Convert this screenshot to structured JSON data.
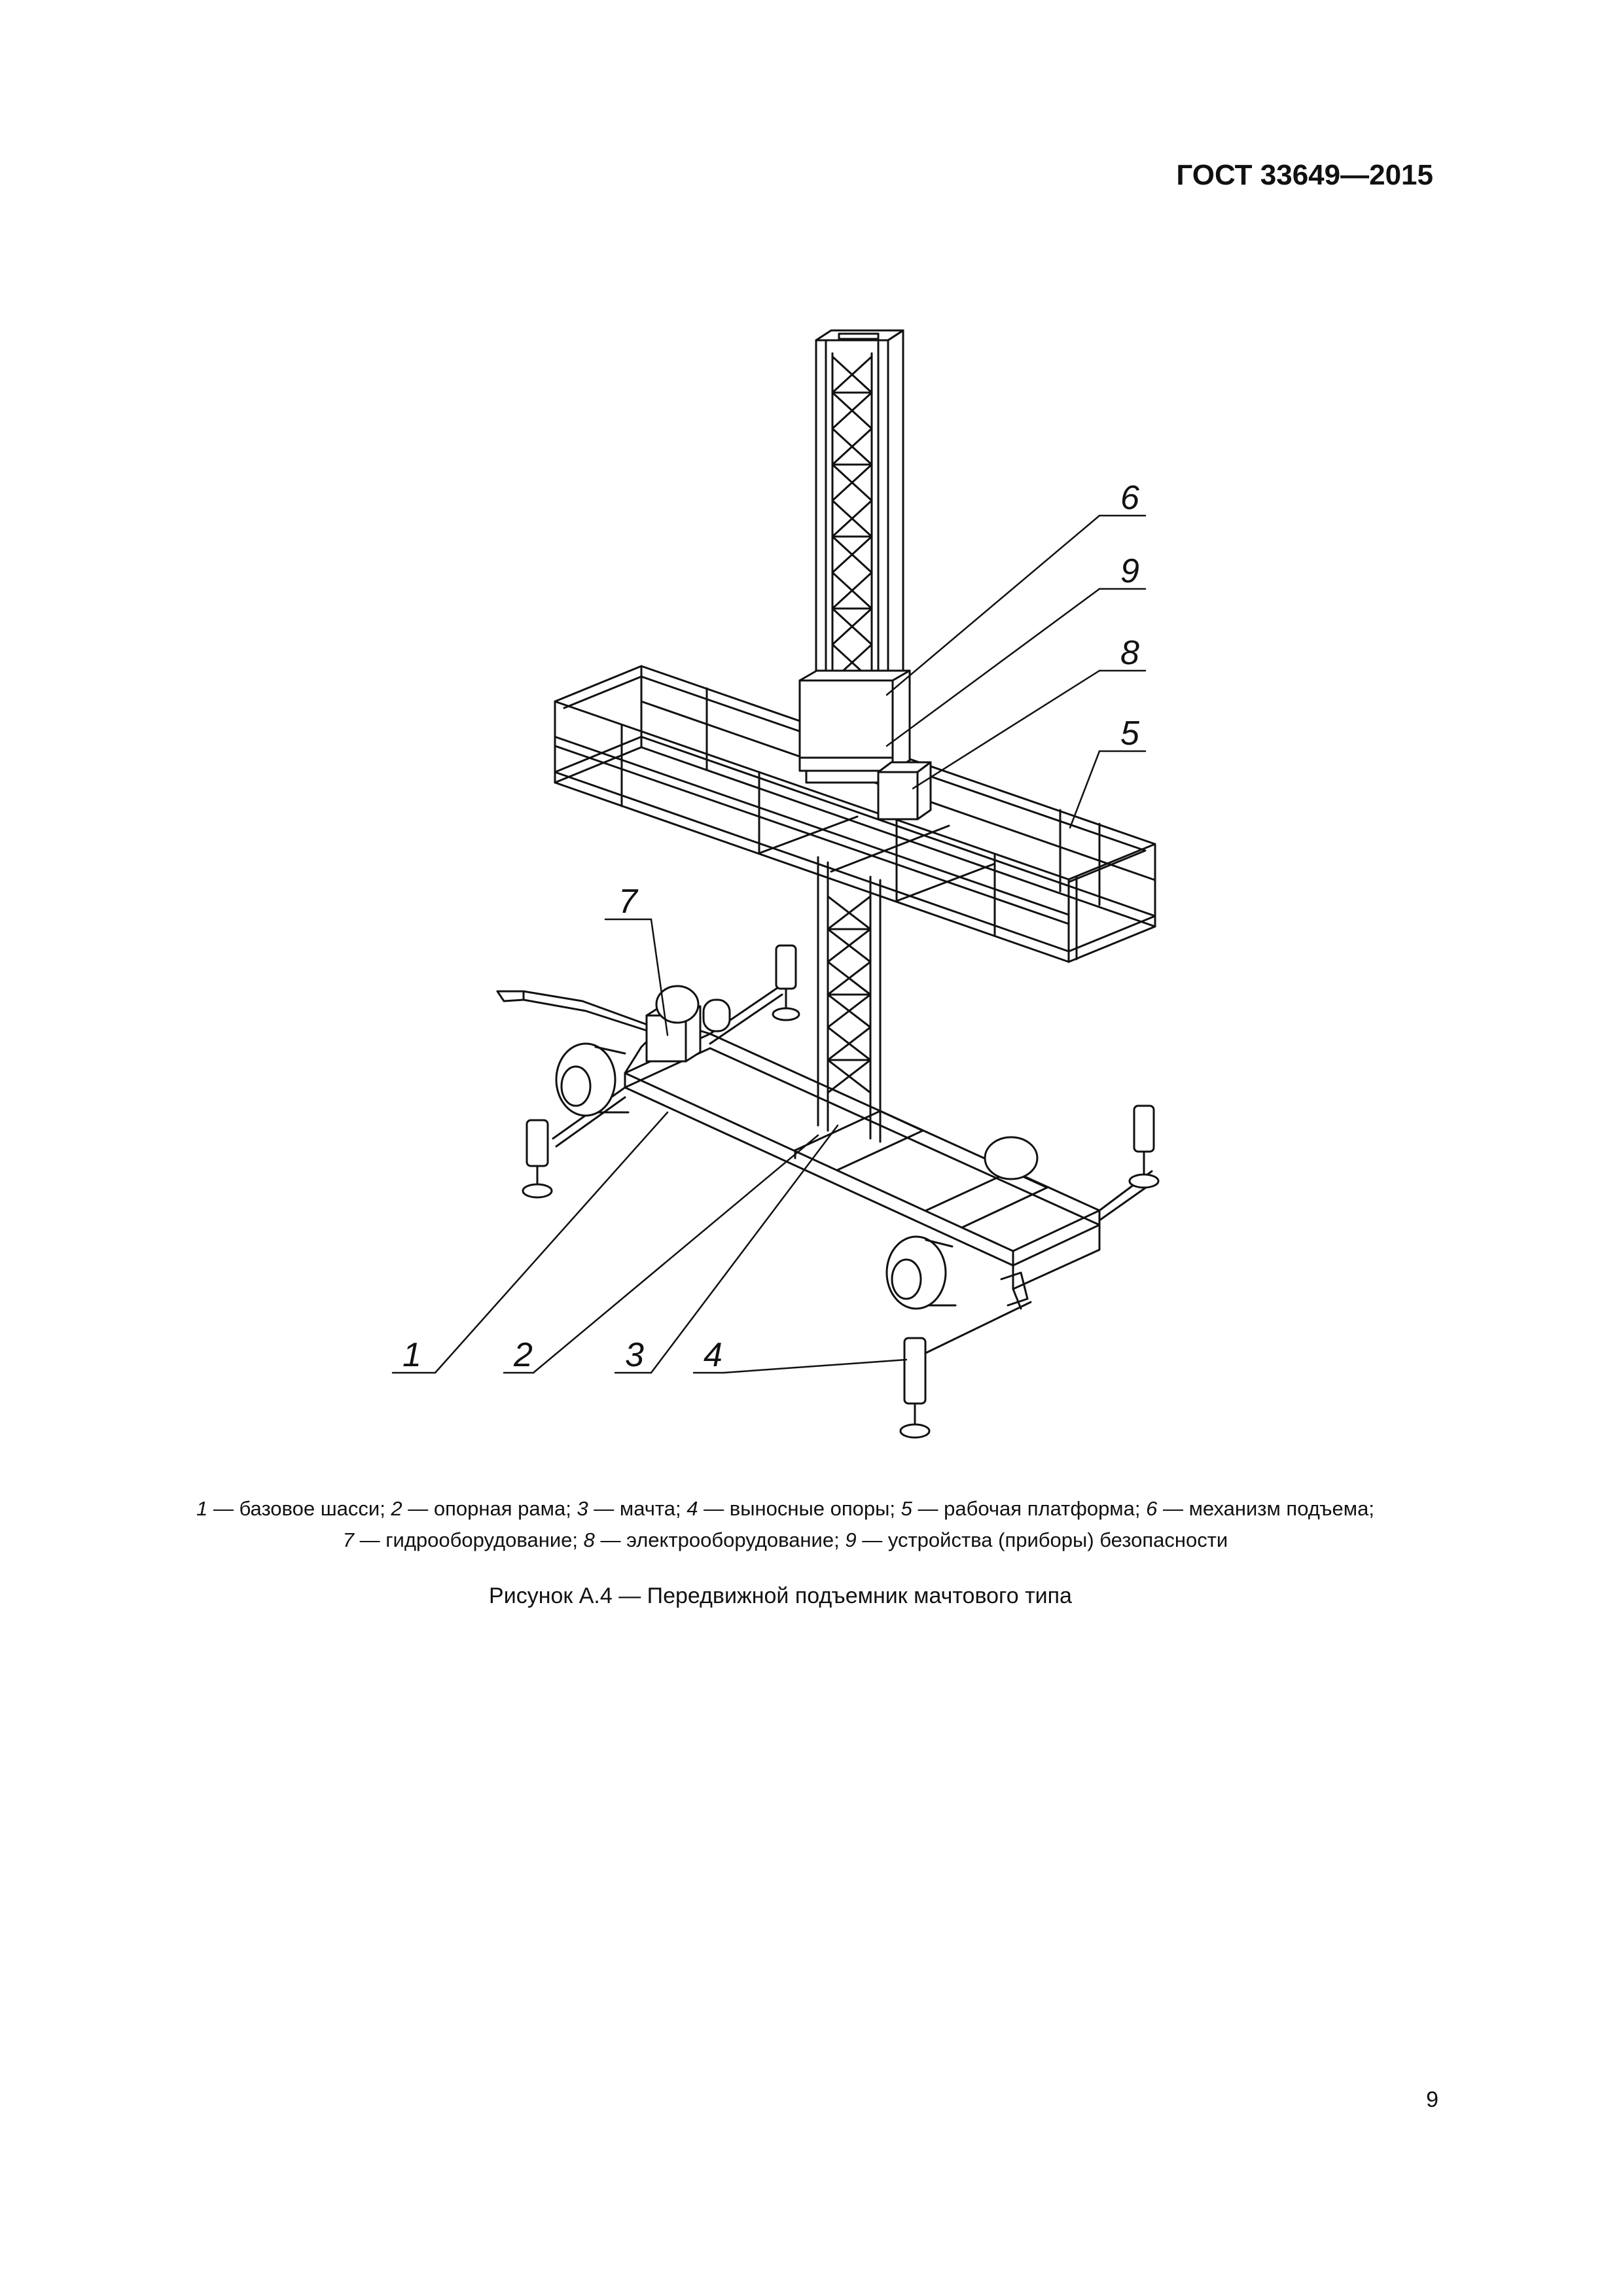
{
  "header": {
    "standard": "ГОСТ 33649—2015"
  },
  "figure": {
    "callouts": [
      "1",
      "2",
      "3",
      "4",
      "5",
      "6",
      "7",
      "8",
      "9"
    ],
    "legend_lines": [
      [
        {
          "num": "1",
          "text": " — базовое шасси; "
        },
        {
          "num": "2",
          "text": " — опорная рама; "
        },
        {
          "num": "3",
          "text": " — мачта; "
        },
        {
          "num": "4",
          "text": " — выносные опоры; "
        },
        {
          "num": "5",
          "text": " — рабочая платформа; "
        },
        {
          "num": "6",
          "text": " — механизм подъема;"
        }
      ],
      [
        {
          "num": "7",
          "text": " — гидрооборудование; "
        },
        {
          "num": "8",
          "text": " — электрооборудование; "
        },
        {
          "num": "9",
          "text": " — устройства (приборы) безопасности"
        }
      ]
    ],
    "caption": "Рисунок А.4 — Передвижной подъемник мачтового типа"
  },
  "page": {
    "number": "9"
  }
}
